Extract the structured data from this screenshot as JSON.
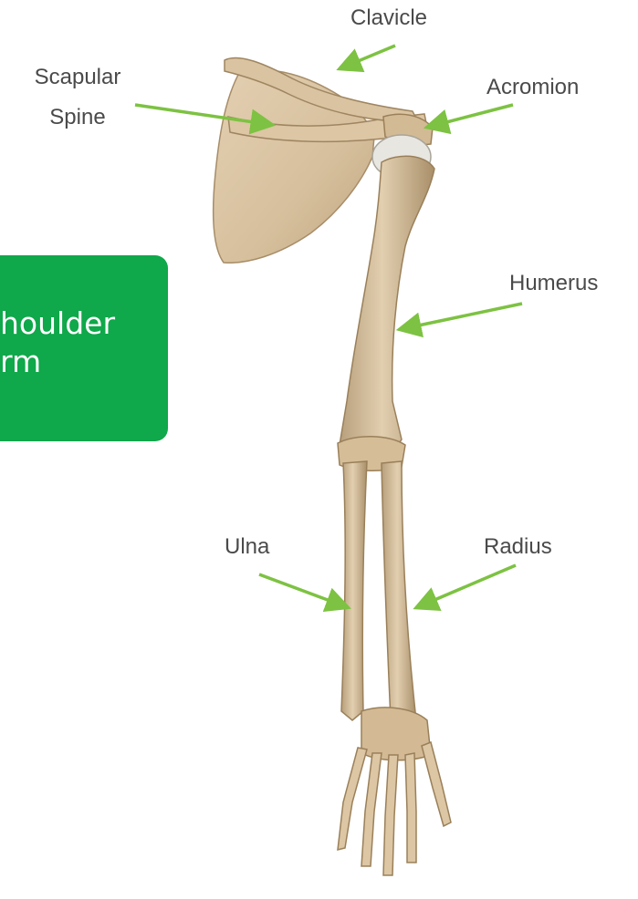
{
  "title_box": {
    "line1": "houlder",
    "line2": "rm",
    "color": "#0fa84a"
  },
  "labels": {
    "clavicle": "Clavicle",
    "scapular_spine_line1": "Scapular",
    "scapular_spine_line2": "Spine",
    "acromion": "Acromion",
    "humerus": "Humerus",
    "ulna": "Ulna",
    "radius": "Radius"
  },
  "colors": {
    "arrow": "#7dc242",
    "bone": "#d8c2a0",
    "bone_shade": "#b69c76",
    "label_text": "#4a4a4a"
  }
}
